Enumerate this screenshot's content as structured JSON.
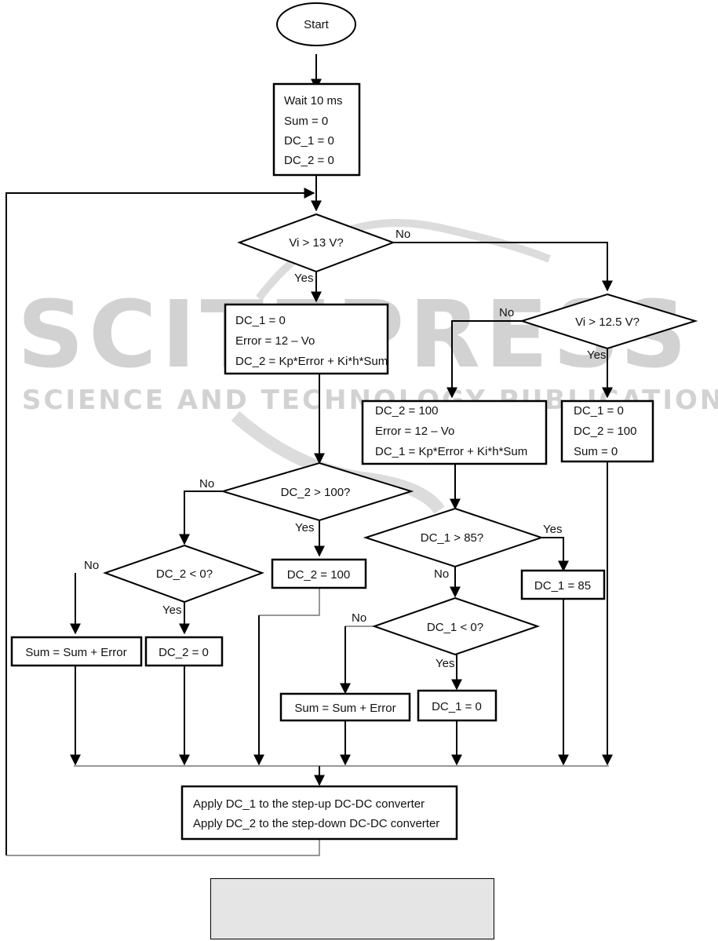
{
  "watermark": {
    "title": "SCITEPRESS",
    "subtitle": "SCIENCE AND TECHNOLOGY PUBLICATIONS",
    "color": "#d2d2d2"
  },
  "nodes": {
    "start": {
      "type": "terminal",
      "lines": [
        "Start"
      ]
    },
    "init": {
      "type": "process",
      "lines": [
        "Wait 10 ms",
        "Sum = 0",
        "DC_1 = 0",
        "DC_2 = 0"
      ]
    },
    "d_vi13": {
      "type": "decision",
      "lines": [
        "Vi > 13 V?"
      ]
    },
    "buck_ctrl": {
      "type": "process",
      "lines": [
        "DC_1 = 0",
        "Error = 12 – Vo",
        "DC_2 = Kp*Error + Ki*h*Sum"
      ]
    },
    "d_vi125": {
      "type": "decision",
      "lines": [
        "Vi > 12.5 V?"
      ]
    },
    "boost_ctrl": {
      "type": "process",
      "lines": [
        "DC_2 = 100",
        "Error = 12 – Vo",
        "DC_1 = Kp*Error + Ki*h*Sum"
      ]
    },
    "bypass": {
      "type": "process",
      "lines": [
        "DC_1 = 0",
        "DC_2 = 100",
        "Sum = 0"
      ]
    },
    "d_dc2_gt100": {
      "type": "decision",
      "lines": [
        "DC_2 > 100?"
      ]
    },
    "d_dc2_lt0": {
      "type": "decision",
      "lines": [
        "DC_2 < 0?"
      ]
    },
    "set_dc2_100": {
      "type": "process",
      "lines": [
        "DC_2 = 100"
      ]
    },
    "sum_left": {
      "type": "process",
      "lines": [
        "Sum = Sum + Error"
      ]
    },
    "set_dc2_0": {
      "type": "process",
      "lines": [
        "DC_2 = 0"
      ]
    },
    "d_dc1_gt85": {
      "type": "decision",
      "lines": [
        "DC_1 > 85?"
      ]
    },
    "set_dc1_85": {
      "type": "process",
      "lines": [
        "DC_1 = 85"
      ]
    },
    "d_dc1_lt0": {
      "type": "decision",
      "lines": [
        "DC_1 < 0?"
      ]
    },
    "sum_right": {
      "type": "process",
      "lines": [
        "Sum = Sum + Error"
      ]
    },
    "set_dc1_0": {
      "type": "process",
      "lines": [
        "DC_1 = 0"
      ]
    },
    "apply": {
      "type": "process",
      "lines": [
        "Apply DC_1 to the step-up DC-DC converter",
        "Apply DC_2 to the step-down DC-DC converter"
      ]
    }
  },
  "edge_labels": {
    "vi13_yes": "Yes",
    "vi13_no": "No",
    "vi125_yes": "Yes",
    "vi125_no": "No",
    "dc2gt100_yes": "Yes",
    "dc2gt100_no": "No",
    "dc2lt0_yes": "Yes",
    "dc2lt0_no": "No",
    "dc1gt85_yes": "Yes",
    "dc1gt85_no": "No",
    "dc1lt0_yes": "Yes",
    "dc1lt0_no": "No"
  },
  "caption_box": {
    "text": ""
  }
}
